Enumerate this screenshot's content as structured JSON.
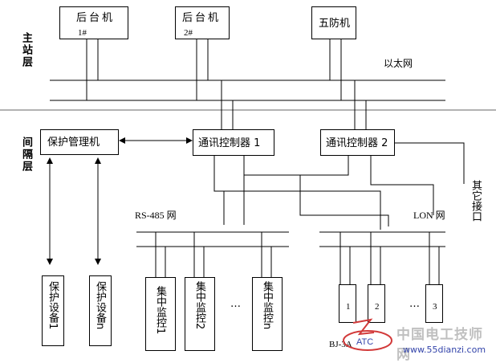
{
  "layers": {
    "main_station": "主站层",
    "bay": "间隔层"
  },
  "servers": [
    {
      "name": "后台机",
      "tag": "1#"
    },
    {
      "name": "后台机",
      "tag": "2#"
    }
  ],
  "wufang": "五防机",
  "ethernet_label": "以太网",
  "protection_manager": "保护管理机",
  "comm_controllers": [
    "通讯控制器 1",
    "通讯控制器 2"
  ],
  "other_interface": "其它接口",
  "rs485_label": "RS-485 网",
  "lon_label": "LON 网",
  "protection_devices": [
    "保护设备1",
    "保护设备n"
  ],
  "monitors": [
    "集中监控1",
    "集中监控2",
    "集中监控n"
  ],
  "ellipsis": "…",
  "lon_nodes": [
    "1",
    "2",
    "3"
  ],
  "lon_bottom_label": "BJ-3A",
  "watermark": {
    "site_cn": "中国电工技师网",
    "url": "www.55dianzi.com",
    "logo_text": "ATC"
  }
}
